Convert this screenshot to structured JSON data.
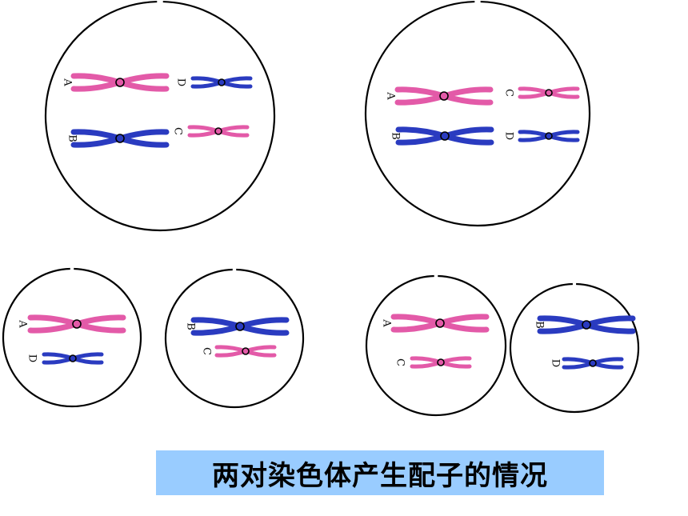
{
  "caption": "两对染色体产生配子的情况",
  "colors": {
    "pink": "#e35aa8",
    "blue": "#2a3bc0",
    "outline": "#000000",
    "caption_bg": "#99ccff"
  },
  "cells": [
    {
      "chromosomes": [
        {
          "label": "A",
          "color": "pink",
          "size": "large"
        },
        {
          "label": "D",
          "color": "blue",
          "size": "small"
        },
        {
          "label": "B",
          "color": "blue",
          "size": "large"
        },
        {
          "label": "C",
          "color": "pink",
          "size": "small"
        }
      ]
    },
    {
      "chromosomes": [
        {
          "label": "A",
          "color": "pink",
          "size": "large"
        },
        {
          "label": "C",
          "color": "pink",
          "size": "small"
        },
        {
          "label": "B",
          "color": "blue",
          "size": "large"
        },
        {
          "label": "D",
          "color": "blue",
          "size": "small"
        }
      ]
    },
    {
      "chromosomes": [
        {
          "label": "A",
          "color": "pink",
          "size": "large"
        },
        {
          "label": "D",
          "color": "blue",
          "size": "small"
        }
      ]
    },
    {
      "chromosomes": [
        {
          "label": "B",
          "color": "blue",
          "size": "large"
        },
        {
          "label": "C",
          "color": "pink",
          "size": "small"
        }
      ]
    },
    {
      "chromosomes": [
        {
          "label": "A",
          "color": "pink",
          "size": "large"
        },
        {
          "label": "C",
          "color": "pink",
          "size": "small"
        }
      ]
    },
    {
      "chromosomes": [
        {
          "label": "B",
          "color": "blue",
          "size": "large"
        },
        {
          "label": "D",
          "color": "blue",
          "size": "small"
        }
      ]
    }
  ]
}
